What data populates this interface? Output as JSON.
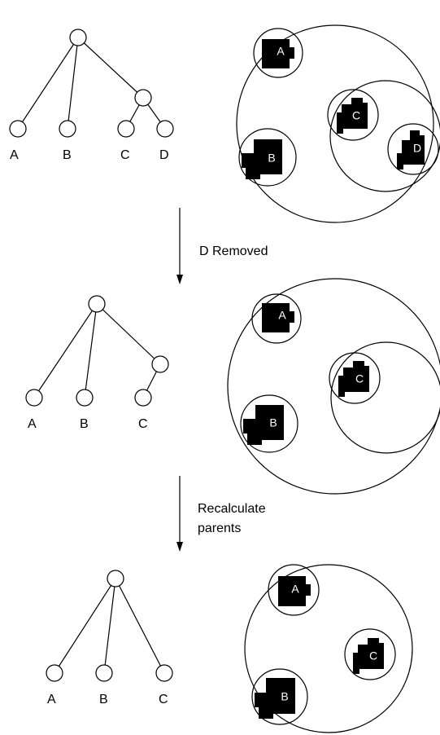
{
  "steps": [
    {
      "tree_leaves": [
        "A",
        "B",
        "C",
        "D"
      ],
      "blob_labels": [
        "A",
        "B",
        "C",
        "D"
      ]
    },
    {
      "tree_leaves": [
        "A",
        "B",
        "C"
      ],
      "blob_labels": [
        "A",
        "B",
        "C"
      ]
    },
    {
      "tree_leaves": [
        "A",
        "B",
        "C"
      ],
      "blob_labels": [
        "A",
        "B",
        "C"
      ]
    }
  ],
  "transitions": [
    {
      "lines": [
        "D Removed"
      ]
    },
    {
      "lines": [
        "Recalculate",
        "parents"
      ]
    }
  ]
}
